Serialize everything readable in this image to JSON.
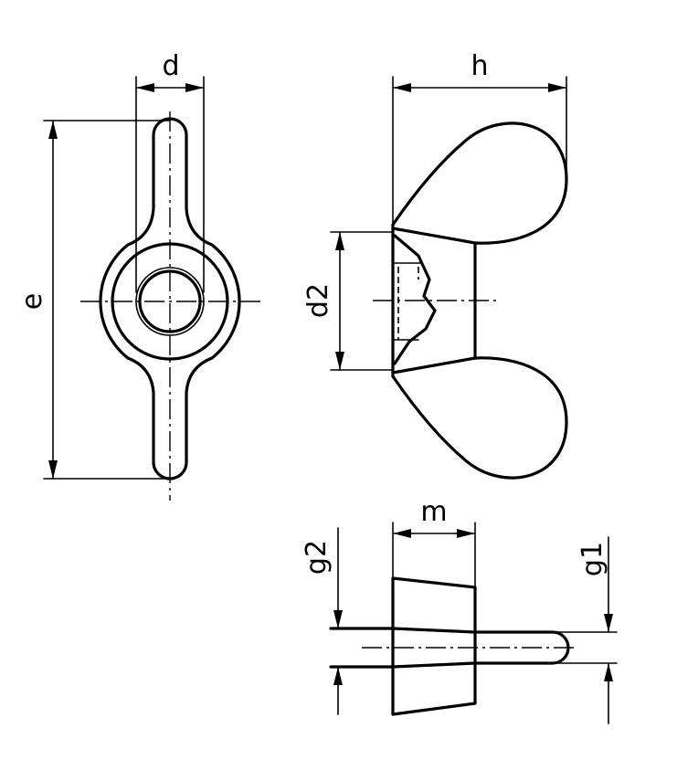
{
  "labels": {
    "d": "d",
    "e": "e",
    "h": "h",
    "d2": "d2",
    "m": "m",
    "g1": "g1",
    "g2": "g2"
  },
  "colors": {
    "line": "#000000",
    "background": "#ffffff"
  }
}
